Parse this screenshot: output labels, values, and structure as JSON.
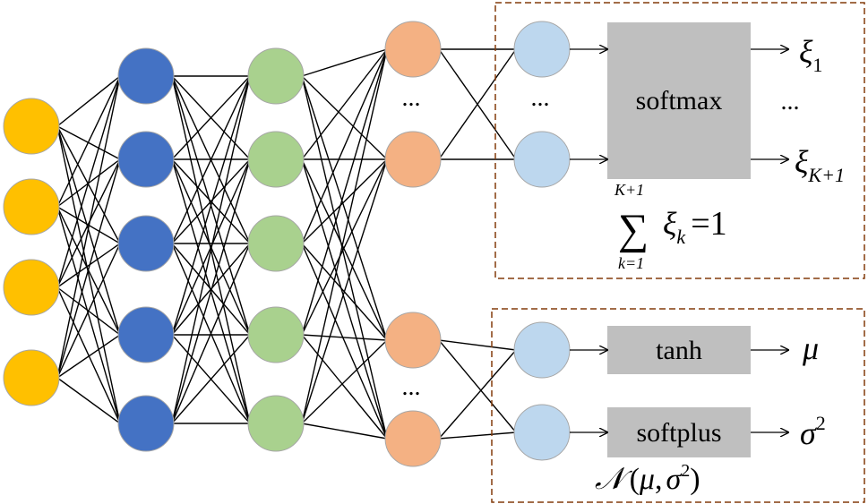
{
  "colors": {
    "input": "#FFC000",
    "layer1": "#4472C4",
    "layer2": "#A9D18E",
    "layer3": "#F4B183",
    "output": "#BDD7EE",
    "box_fill": "#BFBFBF",
    "frame": "#843C0C",
    "edge": "#000000"
  },
  "top_block": {
    "ellipsis_l3": "...",
    "ellipsis_out": "...",
    "box_label": "softmax",
    "ellipsis_right": "...",
    "out1": {
      "base": "ξ",
      "sub": "1"
    },
    "out2": {
      "base": "ξ",
      "sub": "K+1"
    },
    "sum_eq": {
      "upper": "K+1",
      "symbol": "∑",
      "term": "ξ",
      "term_sub": "k",
      "rhs": "=1",
      "lower": "k=1"
    }
  },
  "bottom_block": {
    "ellipsis_l3": "...",
    "box1_label": "tanh",
    "box2_label": "softplus",
    "out1": "μ",
    "out2": {
      "base": "σ",
      "sup": "2"
    },
    "normal_eq": {
      "script_n": "𝒩",
      "open": "(",
      "mu": "μ",
      "comma": ",",
      "sigma": "σ",
      "sup": "2",
      "close": ")"
    }
  }
}
